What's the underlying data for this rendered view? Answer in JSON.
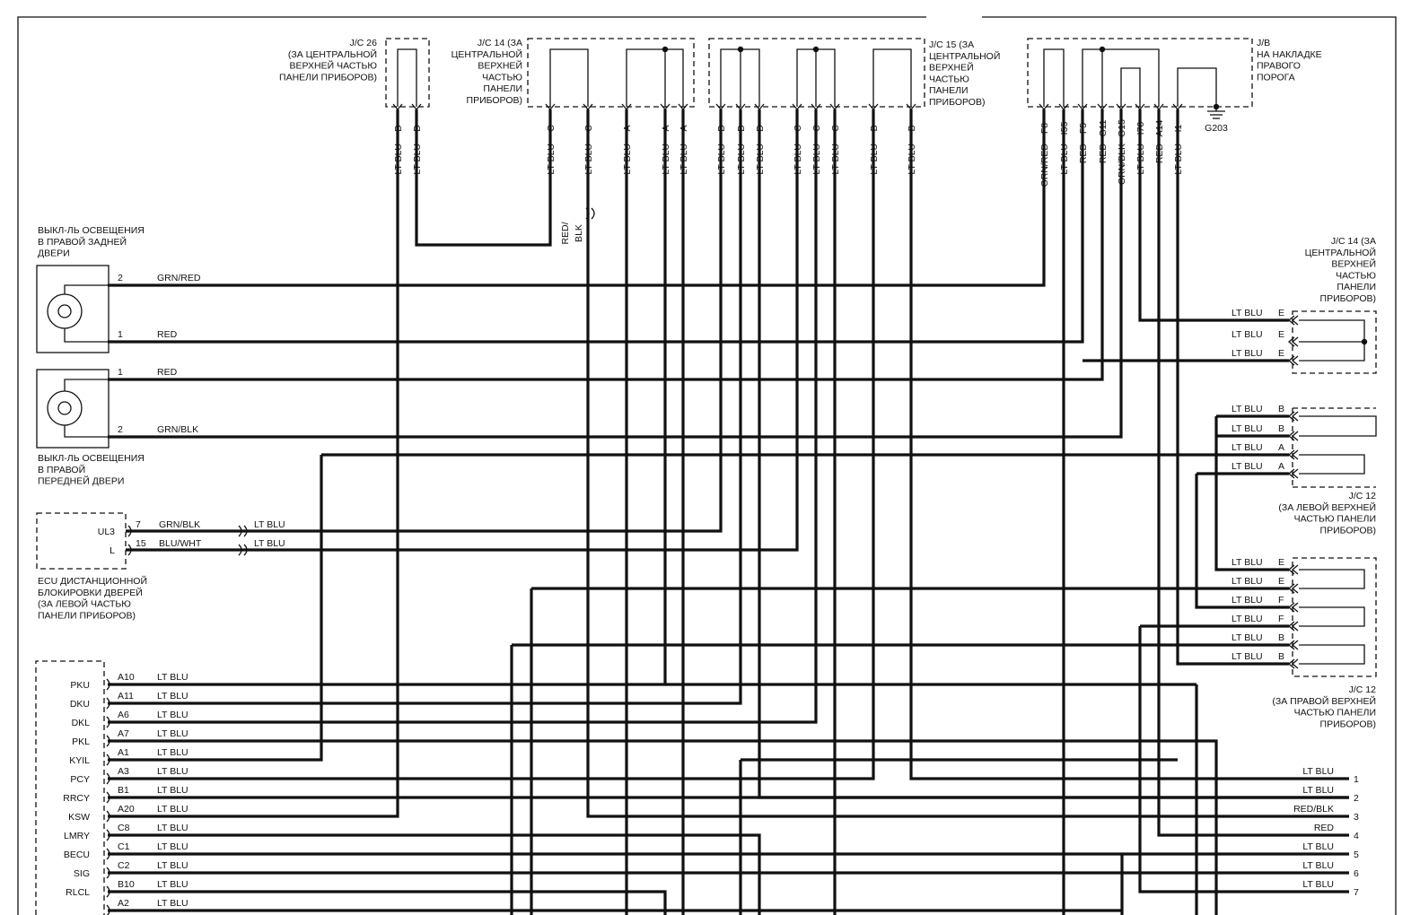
{
  "connectors": {
    "jc26": [
      "J/C 26",
      "(ЗА ЦЕНТРАЛЬНОЙ",
      "ВЕРХНЕЙ ЧАСТЬЮ",
      "ПАНЕЛИ ПРИБОРОВ)"
    ],
    "jc14_top": [
      "J/C 14 (ЗА",
      "ЦЕНТРАЛЬНОЙ",
      "ВЕРХНЕЙ",
      "ЧАСТЬЮ",
      "ПАНЕЛИ",
      "ПРИБОРОВ)"
    ],
    "jc15": [
      "J/C 15 (ЗА",
      "ЦЕНТРАЛЬНОЙ",
      "ВЕРХНЕЙ",
      "ЧАСТЬЮ",
      "ПАНЕЛИ",
      "ПРИБОРОВ)"
    ],
    "jb": [
      "J/B",
      "НА НАКЛАДКЕ",
      "ПРАВОГО",
      "ПОРОГА"
    ],
    "ground": "G203",
    "jc14_right": [
      "J/C 14 (ЗА",
      "ЦЕНТРАЛЬНОЙ",
      "ВЕРХНЕЙ",
      "ЧАСТЬЮ",
      "ПАНЕЛИ",
      "ПРИБОРОВ)"
    ],
    "jc12_left": [
      "J/C 12",
      "(ЗА ЛЕВОЙ ВЕРХНЕЙ",
      "ЧАСТЬЮ ПАНЕЛИ",
      "ПРИБОРОВ)"
    ],
    "jc12_right": [
      "J/C 12",
      "(ЗА ПРАВОЙ ВЕРХНЕЙ",
      "ЧАСТЬЮ ПАНЕЛИ",
      "ПРИБОРОВ)"
    ]
  },
  "components": {
    "rear_switch": [
      "ВЫКЛ-ЛЬ ОСВЕЩЕНИЯ",
      "В ПРАВОЙ ЗАДНЕЙ",
      "ДВЕРИ"
    ],
    "front_switch": [
      "ВЫКЛ-ЛЬ ОСВЕЩЕНИЯ",
      "В ПРАВОЙ",
      "ПЕРЕДНЕЙ ДВЕРИ"
    ],
    "ecu": [
      "ECU ДИСТАНЦИОННОЙ",
      "БЛОКИРОВКИ ДВЕРЕЙ",
      "(ЗА ЛЕВОЙ ЧАСТЬЮ",
      "ПАНЕЛИ ПРИБОРОВ)"
    ],
    "ecu_pins": [
      {
        "name": "UL3",
        "pin": "7",
        "color": "GRN/BLK"
      },
      {
        "name": "L",
        "pin": "15",
        "color": "BLU/WHT"
      }
    ]
  },
  "top_pins": {
    "jc26": [
      "D",
      "D"
    ],
    "jc14": [
      "C",
      "C",
      "A",
      "A",
      "A"
    ],
    "jc15": [
      "D",
      "D",
      "D",
      "C",
      "C",
      "C",
      "B",
      "B"
    ],
    "jb": [
      "F8",
      "I55",
      "F5",
      "G11",
      "G15",
      "I70",
      "A14",
      "I1"
    ]
  },
  "top_wire_colors": {
    "jc26": [
      "LT BLU",
      "LT BLU"
    ],
    "jc14": [
      "LT BLU",
      "LT BLU",
      "LT BLU",
      "LT BLU",
      "LT BLU"
    ],
    "jc15": [
      "LT BLU",
      "LT BLU",
      "LT BLU",
      "LT BLU",
      "LT BLU",
      "LT BLU",
      "LT BLU",
      "LT BLU"
    ],
    "jb": [
      "GRN/RED",
      "LT BLU",
      "RED",
      "RED",
      "GRN/BLK",
      "LT BLU",
      "RED",
      "LT BLU"
    ]
  },
  "splice_label": [
    "RED/",
    "BLK"
  ],
  "switch_wires": [
    {
      "pin": "2",
      "color": "GRN/RED"
    },
    {
      "pin": "1",
      "color": "RED"
    },
    {
      "pin": "1",
      "color": "RED"
    },
    {
      "pin": "2",
      "color": "GRN/BLK"
    }
  ],
  "right_pins": {
    "jc14": [
      {
        "c": "LT BLU",
        "p": "E"
      },
      {
        "c": "LT BLU",
        "p": "E"
      },
      {
        "c": "LT BLU",
        "p": "E"
      }
    ],
    "jc12_left": [
      {
        "c": "LT BLU",
        "p": "B"
      },
      {
        "c": "LT BLU",
        "p": "B"
      },
      {
        "c": "LT BLU",
        "p": "A"
      },
      {
        "c": "LT BLU",
        "p": "A"
      }
    ],
    "jc12_right": [
      {
        "c": "LT BLU",
        "p": "E"
      },
      {
        "c": "LT BLU",
        "p": "E"
      },
      {
        "c": "LT BLU",
        "p": "F"
      },
      {
        "c": "LT BLU",
        "p": "F"
      },
      {
        "c": "LT BLU",
        "p": "B"
      },
      {
        "c": "LT BLU",
        "p": "B"
      }
    ]
  },
  "main_ecu_rows": [
    {
      "term": "PKU",
      "pin": "A10",
      "color": "LT BLU"
    },
    {
      "term": "DKU",
      "pin": "A11",
      "color": "LT BLU"
    },
    {
      "term": "DKL",
      "pin": "A6",
      "color": "LT BLU"
    },
    {
      "term": "PKL",
      "pin": "A7",
      "color": "LT BLU"
    },
    {
      "term": "KYIL",
      "pin": "A1",
      "color": "LT BLU"
    },
    {
      "term": "PCY",
      "pin": "A3",
      "color": "LT BLU"
    },
    {
      "term": "RRCY",
      "pin": "B1",
      "color": "LT BLU"
    },
    {
      "term": "KSW",
      "pin": "A20",
      "color": "LT BLU"
    },
    {
      "term": "LMRY",
      "pin": "C8",
      "color": "LT BLU"
    },
    {
      "term": "BECU",
      "pin": "C1",
      "color": "LT BLU"
    },
    {
      "term": "SIG",
      "pin": "C2",
      "color": "LT BLU"
    },
    {
      "term": "RLCL",
      "pin": "B10",
      "color": "LT BLU"
    },
    {
      "term": "",
      "pin": "A2",
      "color": "LT BLU"
    }
  ],
  "bottom_right": [
    {
      "color": "LT BLU",
      "num": "1"
    },
    {
      "color": "LT BLU",
      "num": "2"
    },
    {
      "color": "RED/BLK",
      "num": "3"
    },
    {
      "color": "RED",
      "num": "4"
    },
    {
      "color": "LT BLU",
      "num": "5"
    },
    {
      "color": "LT BLU",
      "num": "6"
    },
    {
      "color": "LT BLU",
      "num": "7"
    }
  ]
}
